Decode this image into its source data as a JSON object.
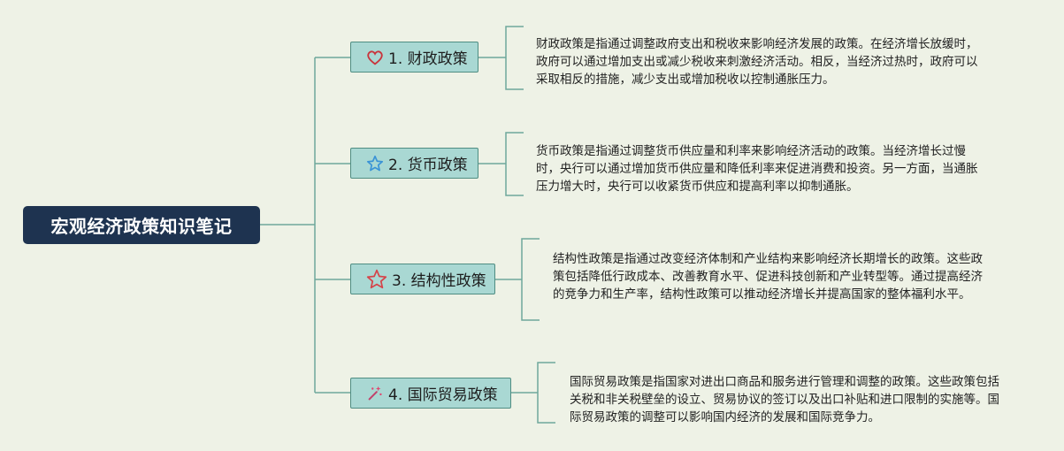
{
  "root": {
    "title": "宏观经济政策知识笔记"
  },
  "branches": [
    {
      "label": "1. 财政政策",
      "icon": "heart-icon",
      "description": "财政政策是指通过调整政府支出和税收来影响经济发展的政策。在经济增长放缓时，政府可以通过增加支出或减少税收来刺激经济活动。相反，当经济过热时，政府可以采取相反的措施，减少支出或增加税收以控制通胀压力。"
    },
    {
      "label": "2. 货币政策",
      "icon": "star-outline-blue-icon",
      "description": "货币政策是指通过调整货币供应量和利率来影响经济活动的政策。当经济增长过慢时，央行可以通过增加货币供应量和降低利率来促进消费和投资。另一方面，当通胀压力增大时，央行可以收紧货币供应和提高利率以抑制通胀。"
    },
    {
      "label": "3. 结构性政策",
      "icon": "star-outline-red-icon",
      "description": "结构性政策是指通过改变经济体制和产业结构来影响经济长期增长的政策。这些政策包括降低行政成本、改善教育水平、促进科技创新和产业转型等。通过提高经济的竞争力和生产率，结构性政策可以推动经济增长并提高国家的整体福利水平。"
    },
    {
      "label": "4. 国际贸易政策",
      "icon": "magic-wand-sparkle-icon",
      "description": "国际贸易政策是指国家对进出口商品和服务进行管理和调整的政策。这些政策包括关税和非关税壁垒的设立、贸易协议的签订以及出口补贴和进口限制的实施等。国际贸易政策的调整可以影响国内经济的发展和国际竞争力。"
    }
  ],
  "colors": {
    "background": "#eef2e6",
    "root_fill": "#1e3350",
    "branch_fill": "#a9d8d3",
    "branch_border": "#4f8d82",
    "connector": "#6fa89c"
  }
}
